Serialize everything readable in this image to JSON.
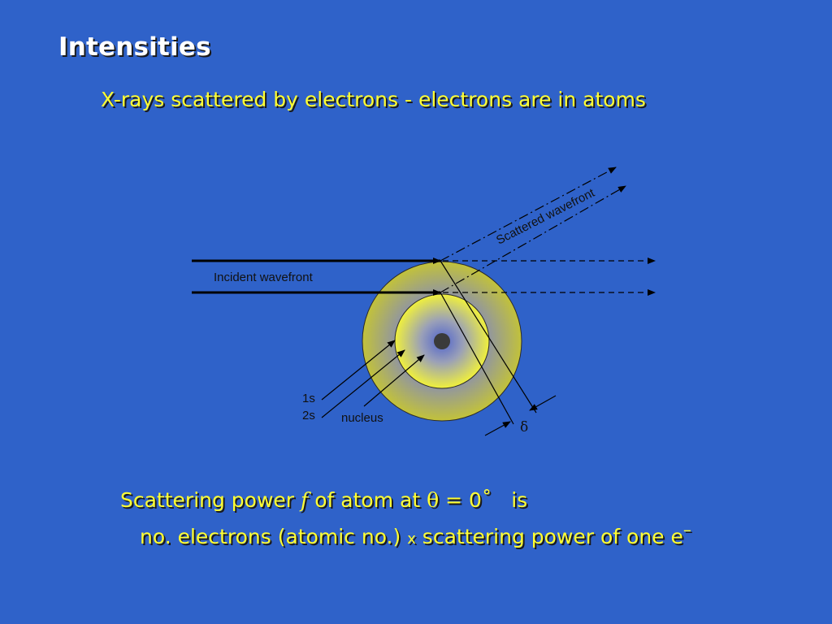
{
  "slide": {
    "title": "Intensities",
    "subtitle": "X-rays scattered by electrons - electrons are in atoms"
  },
  "diagram": {
    "labels": {
      "incident": "Incident wavefront",
      "scattered": "Scattered wavefront",
      "shell_1s": "1s",
      "shell_2s": "2s",
      "nucleus": "nucleus",
      "delta": "δ"
    },
    "colors": {
      "outer_shell": "#c2c23a",
      "inner_shell": "#f0f03c",
      "electron_cloud_center": "#5a6fd0",
      "nucleus": "#3a3a3a",
      "lines": "#000000"
    }
  },
  "statement": {
    "part1": "Scattering power ",
    "f": "f",
    "part2": " of atom at ",
    "theta": "θ",
    "part3": " = 0˚   is",
    "line2_a": "no. electrons (atomic no.) ",
    "times": "x",
    "line2_b": " scattering power of one e",
    "superscript": "–"
  }
}
